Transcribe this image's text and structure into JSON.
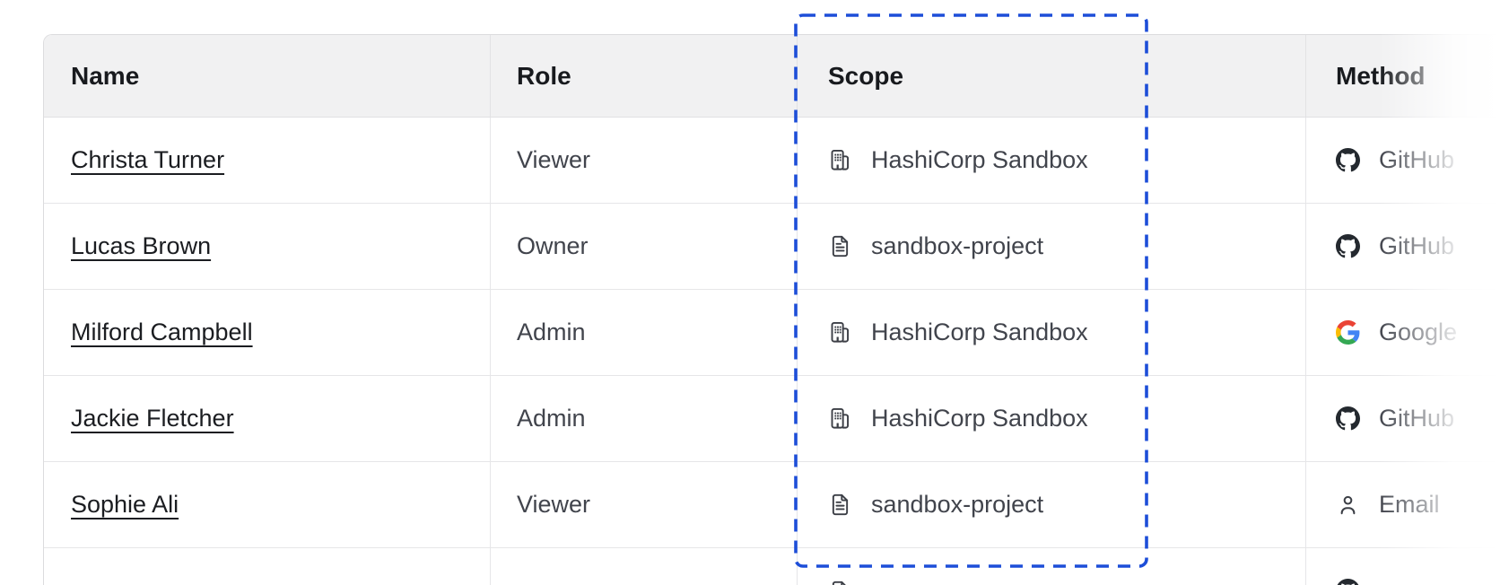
{
  "table": {
    "columns": [
      {
        "label": "Name"
      },
      {
        "label": "Role"
      },
      {
        "label": "Scope"
      },
      {
        "label": "Method"
      }
    ],
    "rows": [
      {
        "name": "Christa Turner",
        "role": "Viewer",
        "scope": "HashiCorp Sandbox",
        "scope_icon": "building-icon",
        "method": "GitHub",
        "method_icon": "github-icon"
      },
      {
        "name": "Lucas Brown",
        "role": "Owner",
        "scope": "sandbox-project",
        "scope_icon": "file-icon",
        "method": "GitHub",
        "method_icon": "github-icon"
      },
      {
        "name": "Milford Campbell",
        "role": "Admin",
        "scope": "HashiCorp Sandbox",
        "scope_icon": "building-icon",
        "method": "Google",
        "method_icon": "google-icon"
      },
      {
        "name": "Jackie Fletcher",
        "role": "Admin",
        "scope": "HashiCorp Sandbox",
        "scope_icon": "building-icon",
        "method": "GitHub",
        "method_icon": "github-icon"
      },
      {
        "name": "Sophie Ali",
        "role": "Viewer",
        "scope": "sandbox-project",
        "scope_icon": "file-icon",
        "method": "Email",
        "method_icon": "user-icon"
      }
    ],
    "partial_row": {
      "scope_icon": "file-icon",
      "method_icon": "github-icon"
    }
  },
  "annotation": {
    "highlighted_column": "Scope",
    "highlight_color": "#1d4ed8",
    "style": "dashed-rectangle"
  },
  "colors": {
    "header_bg": "#f1f1f2",
    "border": "#e6e6e8",
    "header_text": "#181a1e",
    "cell_text": "#41444c",
    "link_text": "#1b1d21",
    "icon": "#3c3f46",
    "github_mark": "#24292f"
  }
}
